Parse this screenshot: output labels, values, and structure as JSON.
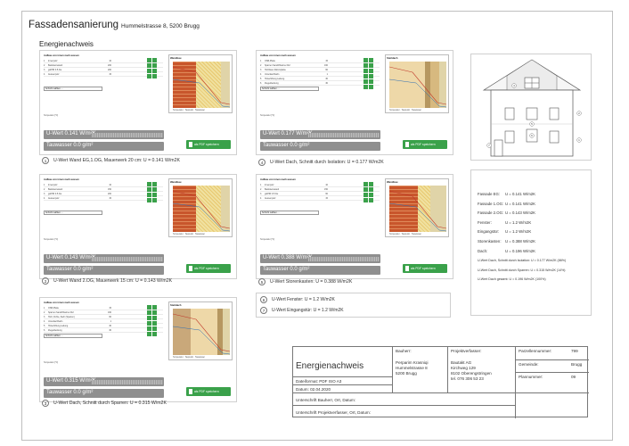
{
  "header": {
    "title": "Fassadensanierung",
    "address": "Hummelstrasse 8, 5200 Brugg",
    "section": "Energienachweis"
  },
  "panels": [
    {
      "head": "Aufbau von innen nach aussen",
      "rows": [
        {
          "n": "1",
          "m": "Innenputz",
          "v": "10"
        },
        {
          "n": "2",
          "m": "Backsteinwand",
          "v": "200"
        },
        {
          "n": "3",
          "m": "gulPIR 0.5 Alu",
          "v": "200"
        },
        {
          "n": "4",
          "m": "Aussenputz",
          "v": "15"
        }
      ],
      "select": "Schicht wählen ...",
      "mini": "Temperatur [°C]",
      "ubar": "U-Wert  0.141 W/m²K",
      "ubar2": "Tauwasser  0.0 g/m²",
      "chart_head": "Wandbau",
      "legend": "Temperatur · Taupunkt · Tauwasser",
      "pdf": "als PDF speichern",
      "chart": "brick",
      "num": "1",
      "caption": "U-Wert Wand EG,1.OG, Mauerwerk 20 cm: U = 0.141 W/m2K"
    },
    {
      "head": "Aufbau von innen nach aussen",
      "rows": [
        {
          "n": "1",
          "m": "OSB-Platte",
          "v": "15"
        },
        {
          "n": "2",
          "m": "Sparren Sandriffvarme 042",
          "v": "160"
        },
        {
          "n": "3",
          "m": "Holzfaser-Dämmplatte",
          "v": "60"
        },
        {
          "n": "4",
          "m": "Unterdachbahn",
          "v": "1"
        },
        {
          "n": "5",
          "m": "Hinterlüftung Lattung",
          "v": "30"
        },
        {
          "n": "6",
          "m": "Ziegeldeckung",
          "v": "30"
        }
      ],
      "select": "Schicht wählen ...",
      "mini": "Temperatur [°C]",
      "ubar": "U-Wert  0.177 W/m²K",
      "ubar2": "Tauwasser  0.0 g/m²",
      "chart_head": "Steildach",
      "legend": "Temperatur · Taupunkt · Tauwasser",
      "pdf": "als PDF speichern",
      "chart": "roof",
      "num": "4",
      "caption": "U-Wert Dach, Schnitt durch Isolation: U = 0.177 W/m2K"
    },
    {
      "head": "Aufbau von innen nach aussen",
      "rows": [
        {
          "n": "1",
          "m": "Innenputz",
          "v": "10"
        },
        {
          "n": "2",
          "m": "Backsteinwand",
          "v": "150"
        },
        {
          "n": "3",
          "m": "gulPIR 0.5 Alu",
          "v": "200"
        },
        {
          "n": "4",
          "m": "Aussenputz",
          "v": "15"
        }
      ],
      "select": "Schicht wählen ...",
      "mini": "Temperatur [°C]",
      "ubar": "U-Wert  0.143 W/m²K",
      "ubar2": "Tauwasser  0.0 g/m²",
      "chart_head": "Wandbau",
      "legend": "Temperatur · Taupunkt · Tauwasser",
      "pdf": "als PDF speichern",
      "chart": "brick",
      "num": "2",
      "caption": "U-Wert Wand 2.OG, Mauerwerk 15 cm: U = 0.143 W/m2K"
    },
    {
      "head": "Aufbau von innen nach aussen",
      "rows": [
        {
          "n": "1",
          "m": "Innenputz",
          "v": "10"
        },
        {
          "n": "2",
          "m": "Backsteinwand",
          "v": "150"
        },
        {
          "n": "3",
          "m": "gulPIR 0.5 Alu",
          "v": "60"
        },
        {
          "n": "4",
          "m": "Aussenputz",
          "v": "15"
        }
      ],
      "select": "Schicht wählen ...",
      "mini": "Temperatur [°C]",
      "ubar": "U-Wert  0.388 W/m²K",
      "ubar2": "Tauwasser  0.0 g/m²",
      "chart_head": "Wandbau",
      "legend": "Temperatur · Taupunkt · Tauwasser",
      "pdf": "als PDF speichern",
      "chart": "brick2",
      "num": "5",
      "caption": "U-Wert Storenkasten: U = 0.388 W/m2K"
    },
    {
      "head": "Aufbau von innen nach aussen",
      "rows": [
        {
          "n": "1",
          "m": "OSB-Platte",
          "v": "15"
        },
        {
          "n": "2",
          "m": "Sparren Sandriffvarme 042",
          "v": "160"
        },
        {
          "n": "3",
          "m": "Holz, Fichte, flach (Sparren)",
          "v": "60"
        },
        {
          "n": "4",
          "m": "Unterdachbahn",
          "v": "1"
        },
        {
          "n": "5",
          "m": "Hinterlüftung Lattung",
          "v": "30"
        },
        {
          "n": "6",
          "m": "Ziegeldeckung",
          "v": "30"
        }
      ],
      "select": "Schicht wählen ...",
      "mini": "Temperatur [°C]",
      "ubar": "U-Wert  0.315 W/m²K",
      "ubar2": "Tauwasser  0.0 g/m²",
      "chart_head": "Steildach",
      "legend": "Temperatur · Taupunkt · Tauwasser",
      "pdf": "als PDF speichern",
      "chart": "wood",
      "num": "3",
      "caption": "U-Wert Dach, Schnitt durch Sparren: U = 0.315 W/m2K"
    }
  ],
  "extra": [
    {
      "num": "6",
      "text": "U-Wert Fenster: U = 1.2 W/m2K"
    },
    {
      "num": "7",
      "text": "U-Wert Eingangstür: U = 1.2 W/m2K"
    }
  ],
  "values": [
    {
      "label": "Fassade EG:",
      "value": "U = 0.141 W/m2K"
    },
    {
      "label": "Fassade 1.OG:",
      "value": "U = 0.141 W/m2K"
    },
    {
      "label": "Fassade 2.OG:",
      "value": "U = 0.143 W/m2K"
    },
    {
      "label": "Fenster:",
      "value": "U = 1.2 W/m2K"
    },
    {
      "label": "Eingangstür:",
      "value": "U = 1.2 W/m2K"
    },
    {
      "label": "Storenkasten:",
      "value": "U = 0.388 W/m2K"
    },
    {
      "label": "Dach:",
      "value": "U = 0.196 W/m2K"
    },
    {
      "label": "",
      "value": "U-Wert Dach, Schnitt durch Isolation: U = 0.177 W/m2K (86%)"
    },
    {
      "label": "",
      "value": "U-Wert Dach, Schnitt durch Sparren: U = 0.315 W/m2K (14%)"
    },
    {
      "label": "",
      "value": "U-Wert Dach gesamt: U = 0.196 W/m2K (100%)"
    }
  ],
  "house_labels": [
    "1",
    "2",
    "4",
    "5",
    "6",
    "7"
  ],
  "titleblock": {
    "title": "Energienachweis",
    "format": "Dateiformat: PDF ISO A3",
    "date": "Datum: 02.04.2020",
    "bauherr_label": "Bauherr:",
    "bauherr": [
      "Perparim Krasniqi",
      "Hummelstrasse 8",
      "5200 Brugg"
    ],
    "verfasser_label": "Projektverfasser:",
    "verfasser": [
      "Bautakt AG",
      "Kirchweg 129",
      "8102 Oberengstringen",
      "tel. 076 306 53 23"
    ],
    "parzelle_label": "Parzellennummer:",
    "parzelle": "799",
    "gemeinde_label": "Gemeinde:",
    "gemeinde": "Brugg",
    "plan_label": "Plannummer:",
    "plan": "09",
    "sign1": "Unterschrift Bauherr, Ort, Datum:",
    "sign2": "Unterschrift Projektverfasser, Ort, Datum:"
  }
}
